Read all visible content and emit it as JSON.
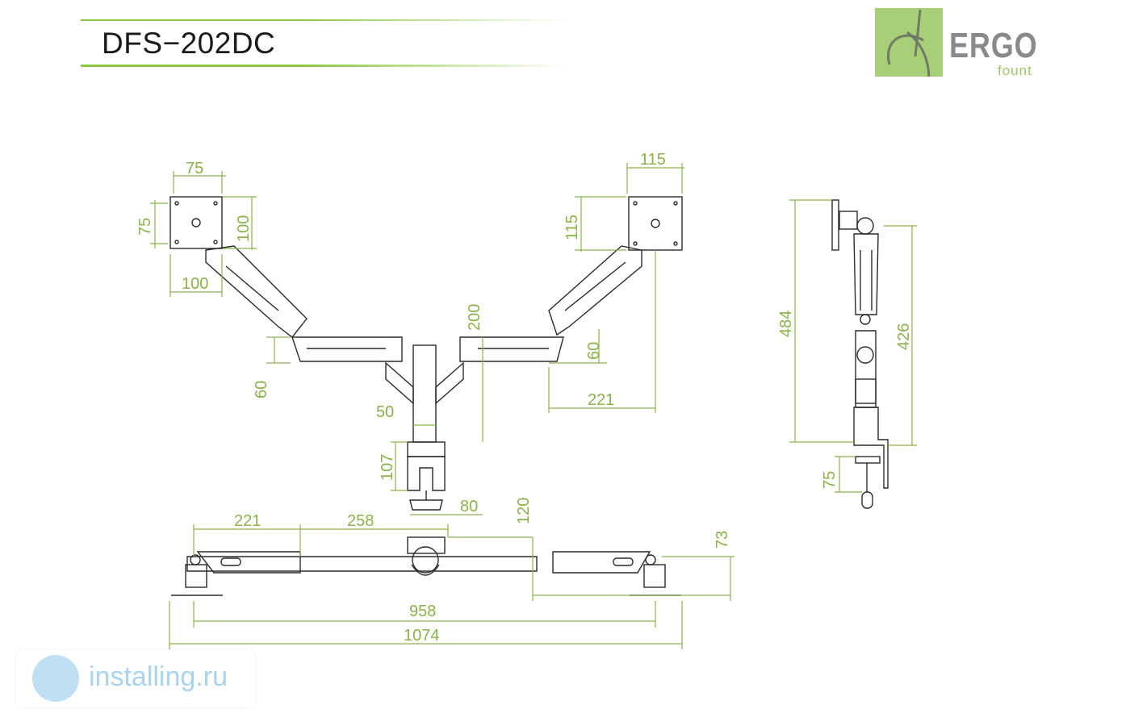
{
  "header": {
    "model": "DFS−202DC"
  },
  "logo": {
    "brand": "ERGO",
    "sub": "fount",
    "accent_color": "#a8cf78"
  },
  "dimensions": {
    "left_vesa_w": "75",
    "left_vesa_h": "75",
    "left_vesa_100v": "100",
    "left_vesa_100h": "100",
    "right_plate_w": "115",
    "right_plate_h": "115",
    "arm_height_200": "200",
    "arm_60_left": "60",
    "arm_60_right": "60",
    "offset_221": "221",
    "pole_50": "50",
    "clamp_107": "107",
    "clamp_80": "80",
    "top_221": "221",
    "top_258": "258",
    "top_120": "120",
    "top_73": "73",
    "top_958": "958",
    "top_1074": "1074",
    "side_484": "484",
    "side_426": "426",
    "side_75": "75"
  },
  "watermark": {
    "text": "installing.ru"
  },
  "colors": {
    "dimension": "#8ab34a",
    "outline": "#2a2a2a",
    "accent": "#8cc63f"
  }
}
